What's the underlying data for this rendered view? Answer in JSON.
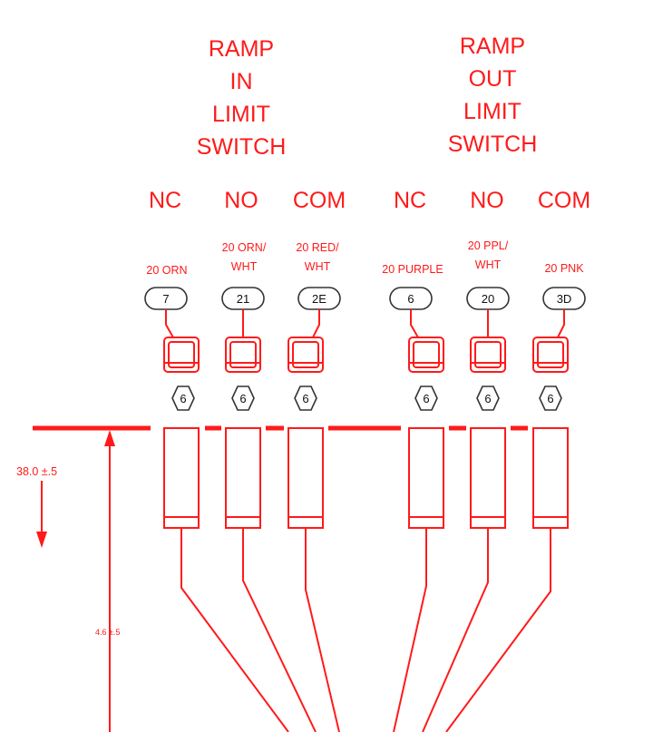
{
  "groups": [
    {
      "title": [
        "RAMP",
        "IN",
        "LIMIT",
        "SWITCH"
      ]
    },
    {
      "title": [
        "RAMP",
        "OUT",
        "LIMIT",
        "SWITCH"
      ]
    }
  ],
  "terminals": [
    {
      "term": "NC",
      "wire": [
        "20 ORN"
      ],
      "circuit": "7",
      "gauge": "6"
    },
    {
      "term": "NO",
      "wire": [
        "20 ORN/",
        "WHT"
      ],
      "circuit": "21",
      "gauge": "6"
    },
    {
      "term": "COM",
      "wire": [
        "20 RED/",
        "WHT"
      ],
      "circuit": "2E",
      "gauge": "6"
    },
    {
      "term": "NC",
      "wire": [
        "20 PURPLE"
      ],
      "circuit": "6",
      "gauge": "6"
    },
    {
      "term": "NO",
      "wire": [
        "20 PPL/",
        "WHT"
      ],
      "circuit": "20",
      "gauge": "6"
    },
    {
      "term": "COM",
      "wire": [
        "20 PNK"
      ],
      "circuit": "3D",
      "gauge": "6"
    }
  ],
  "dimensions": {
    "strip_length": "38.0 ±.5",
    "lead_length": "4.6 ±.5"
  },
  "colors": {
    "line": "#ff1a1a",
    "outline": "#333333"
  }
}
